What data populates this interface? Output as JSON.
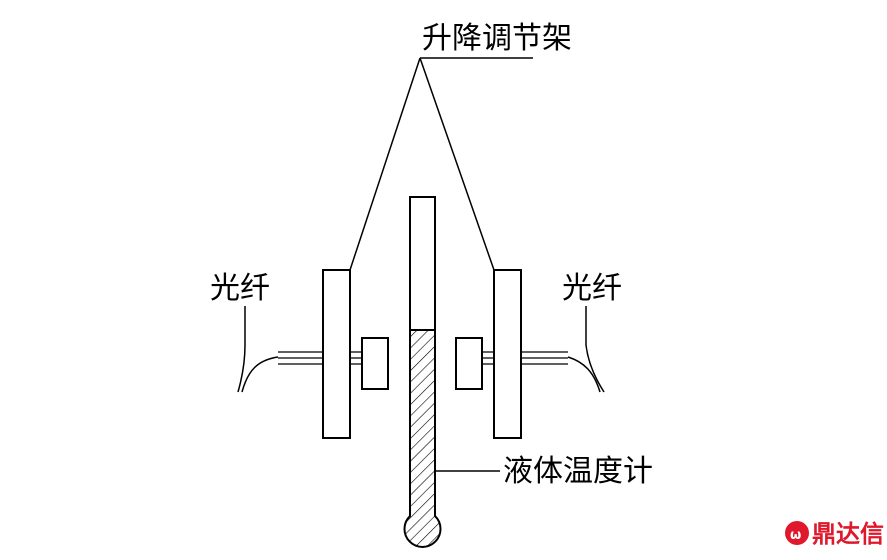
{
  "labels": {
    "lift_frame": "升降调节架",
    "fiber_left": "光纤",
    "fiber_right": "光纤",
    "thermometer": "液体温度计"
  },
  "watermark": {
    "text": "鼎达信",
    "color": "#e0182b"
  }
}
